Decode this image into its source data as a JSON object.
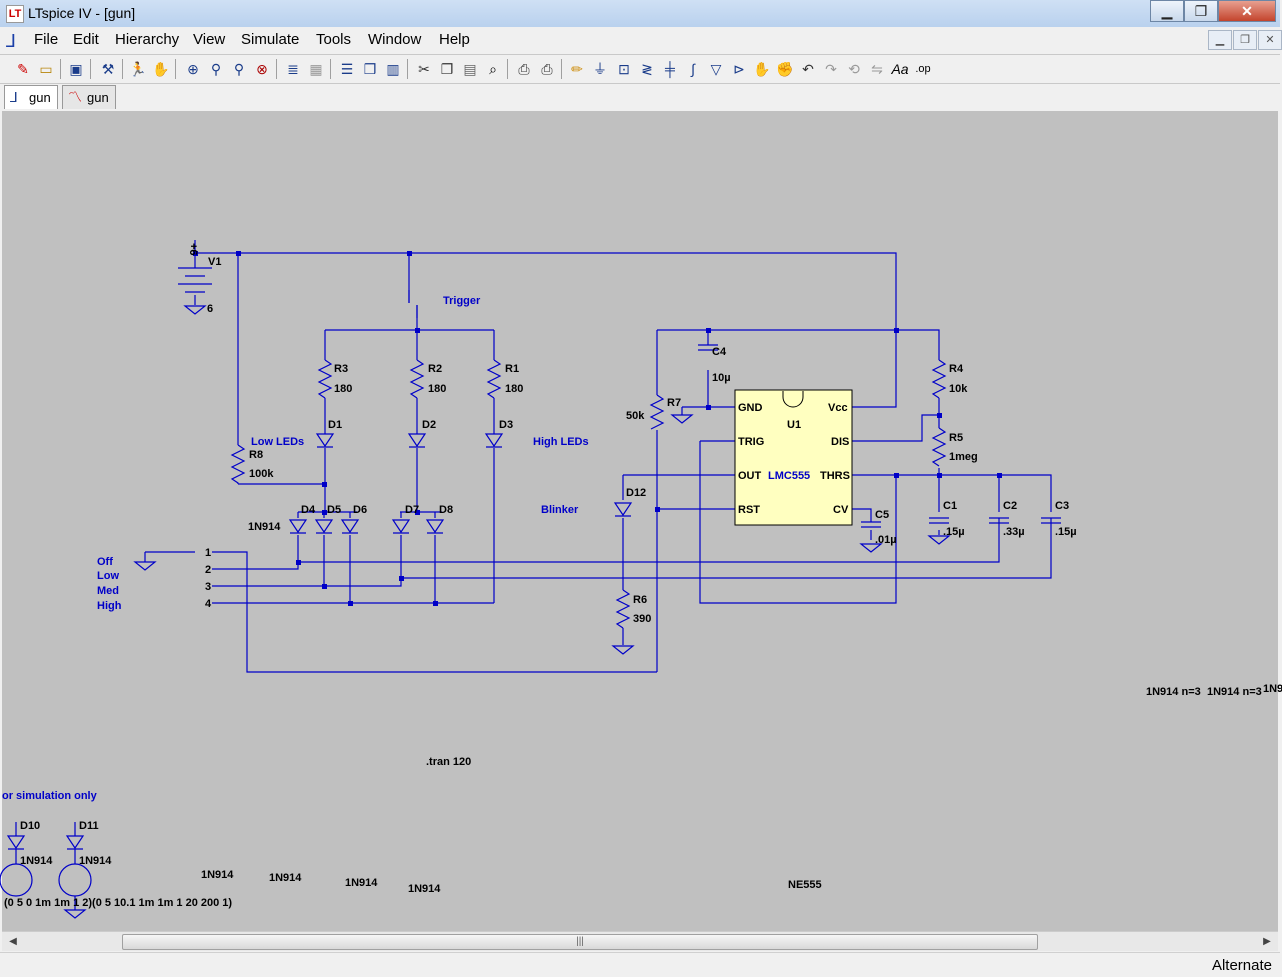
{
  "window": {
    "title": "LTspice IV - [gun]",
    "minimize_glyph": "▁",
    "restore_glyph": "❐",
    "close_glyph": "✕"
  },
  "menu": {
    "items": [
      "File",
      "Edit",
      "Hierarchy",
      "View",
      "Simulate",
      "Tools",
      "Window",
      "Help"
    ]
  },
  "tabs": [
    {
      "label": "gun",
      "icon": "schematic-icon",
      "active": true
    },
    {
      "label": "gun",
      "icon": "waveform-icon",
      "active": false
    }
  ],
  "toolbar": {
    "icons": [
      "new-schematic-icon",
      "open-icon",
      "save-icon",
      "control-panel-icon",
      "run-icon",
      "halt-icon",
      "zoom-area-icon",
      "zoom-in-icon",
      "zoom-out-icon",
      "zoom-fit-icon",
      "autorange-icon",
      "clear-icon",
      "tile-horizontal-icon",
      "cascade-icon",
      "tile-vertical-icon",
      "cut-icon",
      "copy-icon",
      "paste-icon",
      "find-icon",
      "print-preview-icon",
      "print-icon",
      "draw-wire-icon",
      "ground-icon",
      "label-net-icon",
      "resistor-icon",
      "capacitor-icon",
      "inductor-icon",
      "diode-icon",
      "component-icon",
      "move-icon",
      "drag-icon",
      "undo-icon",
      "redo-icon",
      "rotate-icon",
      "mirror-icon",
      "text-icon",
      "spice-directive-icon"
    ],
    "text_tool": "Aa",
    "directive_tool": ".op"
  },
  "schematic": {
    "labels": {
      "v1_plus": "+6",
      "v1": "V1",
      "v1_value": "6",
      "trigger": "Trigger",
      "r3": "R3",
      "r3_value": "180",
      "r2": "R2",
      "r2_value": "180",
      "r1": "R1",
      "r1_value": "180",
      "d1": "D1",
      "d2": "D2",
      "d3": "D3",
      "low_leds": "Low LEDs",
      "high_leds": "High LEDs",
      "r8": "R8",
      "r8_value": "100k",
      "d4": "D4",
      "d5": "D5",
      "d6": "D6",
      "d7": "D7",
      "d8": "D8",
      "diode_model": "1N914",
      "off": "Off",
      "low": "Low",
      "med": "Med",
      "high": "High",
      "pin1": "1",
      "pin2": "2",
      "pin3": "3",
      "pin4": "4",
      "c4": "C4",
      "c4_value": "10µ",
      "r7": "R7",
      "r7_value": "50k",
      "blinker": "Blinker",
      "d12": "D12",
      "r6": "R6",
      "r6_value": "390",
      "u1": "U1",
      "u1_model": "LMC555",
      "pin_gnd": "GND",
      "pin_vcc": "Vcc",
      "pin_trig": "TRIG",
      "pin_dis": "DIS",
      "pin_out": "OUT",
      "pin_thrs": "THRS",
      "pin_rst": "RST",
      "pin_cv": "CV",
      "c5": "C5",
      "c5_value": ".01µ",
      "r4": "R4",
      "r4_value": "10k",
      "r5": "R5",
      "r5_value": "1meg",
      "c1": "C1",
      "c1_value": ".15µ",
      "c2": "C2",
      "c2_value": ".33µ",
      "c3": "C3",
      "c3_value": ".15µ",
      "model_a": "1N914 n=3",
      "model_b": "1N914 n=3",
      "model_c": "1N9",
      "tran": ".tran 120",
      "sim_only": "or simulation only",
      "d10": "D10",
      "d11": "D11",
      "d10_model": "1N914",
      "d11_model": "1N914",
      "model_1": "1N914",
      "model_2": "1N914",
      "model_3": "1N914",
      "model_4": "1N914",
      "ne555": "NE555",
      "pulse_text": "(0 5 0 1m 1m 1 2)(0 5 10.1 1m 1m 1 20 200 1)"
    }
  },
  "scrollbar": {
    "left_arrow": "◀",
    "right_arrow": "▶",
    "grip": "|||"
  },
  "status": {
    "text": "Alternate"
  }
}
